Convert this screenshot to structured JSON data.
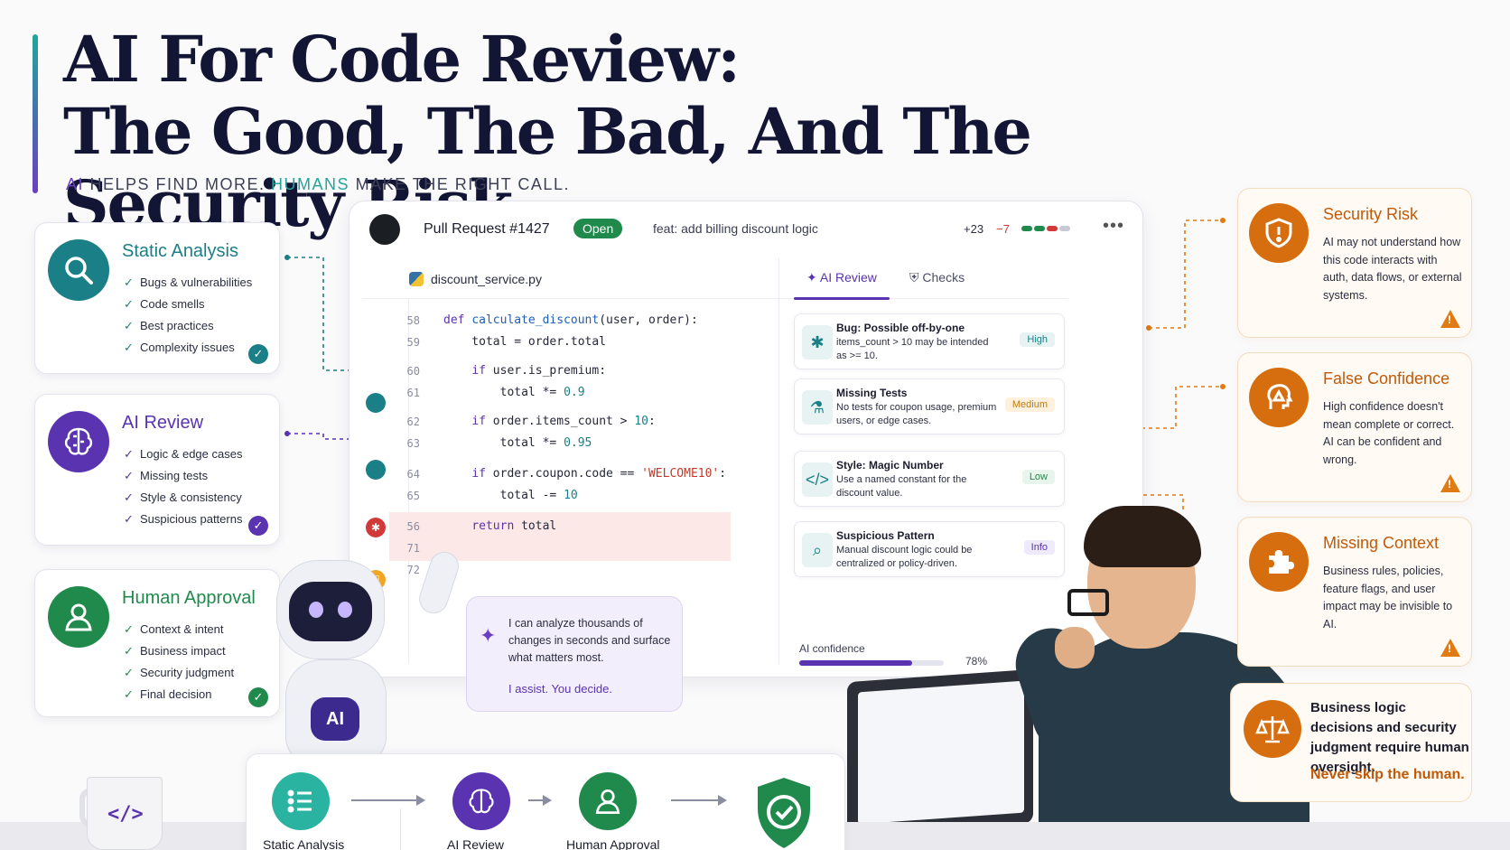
{
  "header": {
    "title_line1": "AI For Code Review:",
    "title_line2": "The Good, The Bad, And The Security Risk",
    "subtitle_a": "AI",
    "subtitle_b": " HELPS FIND MORE. ",
    "subtitle_c": "HUMANS",
    "subtitle_d": " MAKE THE RIGHT CALL."
  },
  "left_cards": [
    {
      "title": "Static Analysis",
      "items": [
        "Bugs & vulnerabilities",
        "Code smells",
        "Best practices",
        "Complexity issues"
      ]
    },
    {
      "title": "AI Review",
      "items": [
        "Logic & edge cases",
        "Missing tests",
        "Style & consistency",
        "Suspicious patterns"
      ]
    },
    {
      "title": "Human Approval",
      "items": [
        "Context & intent",
        "Business impact",
        "Security judgment",
        "Final decision"
      ]
    }
  ],
  "pr": {
    "title": "Pull Request #1427",
    "status": "Open",
    "message": "feat: add billing discount logic",
    "additions": "+23",
    "deletions": "−7",
    "more": "•••",
    "file": "discount_service.py",
    "code": [
      {
        "ln": "58",
        "code": "def calculate_discount(user, order):"
      },
      {
        "ln": "59",
        "code": "    total = order.total"
      },
      {
        "ln": "60",
        "code": "    if user.is_premium:"
      },
      {
        "ln": "61",
        "code": "        total *= 0.9"
      },
      {
        "ln": "62",
        "code": "    if order.items_count > 10:"
      },
      {
        "ln": "63",
        "code": "        total *= 0.95"
      },
      {
        "ln": "64",
        "code": "    if order.coupon.code == 'WELCOME10':"
      },
      {
        "ln": "65",
        "code": "        total -= 10"
      },
      {
        "ln": "56",
        "code": "    return total"
      },
      {
        "ln": "71",
        "code": ""
      },
      {
        "ln": "72",
        "code": ""
      }
    ],
    "tabs": {
      "ai": "AI Review",
      "checks": "Checks"
    },
    "findings": [
      {
        "title": "Bug: Possible off-by-one",
        "desc": "items_count > 10 may be intended as >= 10.",
        "severity": "High"
      },
      {
        "title": "Missing Tests",
        "desc": "No tests for coupon usage, premium users, or edge cases.",
        "severity": "Medium"
      },
      {
        "title": "Style: Magic Number",
        "desc": "Use a named constant for the discount value.",
        "severity": "Low"
      },
      {
        "title": "Suspicious Pattern",
        "desc": "Manual discount logic could be centralized or policy-driven.",
        "severity": "Info"
      }
    ],
    "confidence_label": "AI confidence",
    "confidence_value": "78%",
    "confidence_fraction": 0.78
  },
  "robot": {
    "badge": "AI",
    "bubble_text": "I can analyze thousands of changes in seconds and surface what matters most.",
    "bubble_strong": "I assist. You decide."
  },
  "right_cards": [
    {
      "title": "Security Risk",
      "text": "AI may not understand how this code interacts with auth, data flows, or external systems."
    },
    {
      "title": "False Confidence",
      "text": "High confidence doesn't mean complete or correct. AI can be confident and wrong."
    },
    {
      "title": "Missing Context",
      "text": "Business rules, policies, feature flags, and user impact may be invisible to AI."
    }
  ],
  "oversight": {
    "text": "Business logic decisions and security judgment require human oversight.",
    "callout": "Never skip the human."
  },
  "flow": {
    "steps": [
      "Static Analysis",
      "AI Review",
      "Human Approval"
    ]
  },
  "mug_symbol": "</>",
  "colors": {
    "teal": "#1a7f86",
    "purple": "#5a33b0",
    "green": "#1f8a4c",
    "orange": "#d66e10",
    "red": "#d23a3a"
  }
}
